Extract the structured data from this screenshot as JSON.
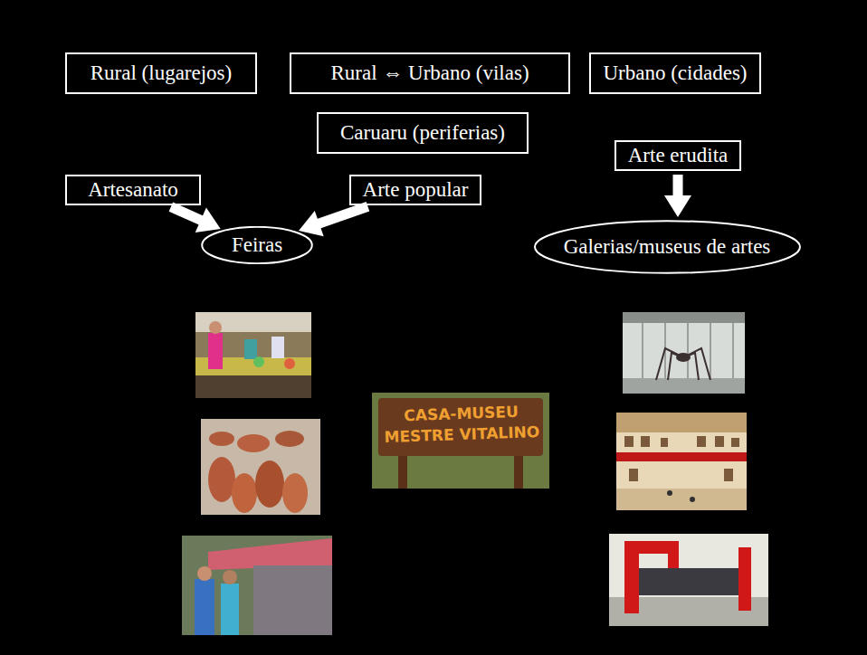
{
  "diagram": {
    "nodes": [
      {
        "text": [
          "Rural (lugarejos)"
        ]
      },
      {
        "text": [
          "Rural ⇔ Urbano (vilas)"
        ]
      },
      {
        "text": [
          "Urbano (cidades)"
        ]
      },
      {
        "text": [
          "Caruaru (periferias)"
        ]
      },
      {
        "text": [
          "Artesanato"
        ]
      },
      {
        "text": [
          "Arte popular"
        ]
      },
      {
        "text": [
          "Arte erudita"
        ]
      },
      {
        "text": [
          "Feiras"
        ]
      },
      {
        "text": [
          "Galerias/museus de artes"
        ]
      }
    ],
    "edges": [
      {
        "from": 4,
        "to": 7,
        "arrow": "to"
      },
      {
        "from": 5,
        "to": 7,
        "arrow": "to"
      },
      {
        "from": 6,
        "to": 8,
        "arrow": "to"
      }
    ],
    "labels": [
      "CASA-MUSEU MESTRE VITALINO"
    ]
  }
}
